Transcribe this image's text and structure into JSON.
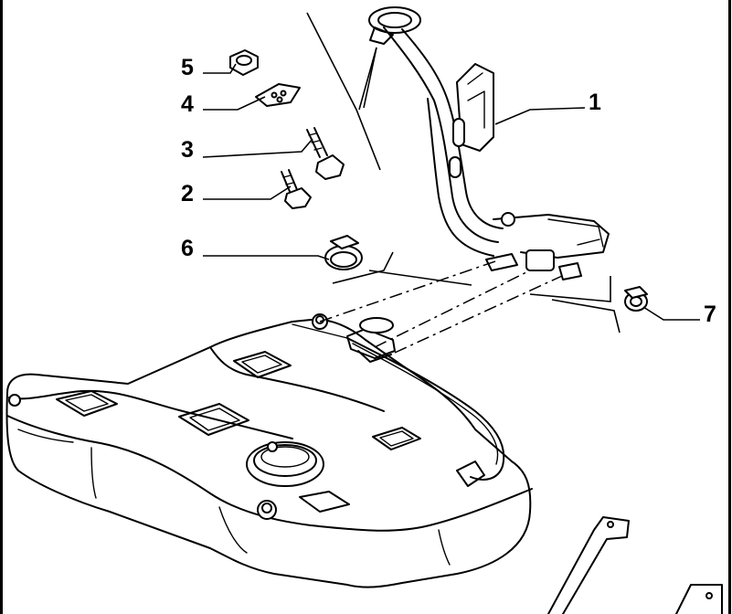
{
  "diagram": {
    "callouts": [
      {
        "id": "c1",
        "number": "1"
      },
      {
        "id": "c2",
        "number": "2"
      },
      {
        "id": "c3",
        "number": "3"
      },
      {
        "id": "c4",
        "number": "4"
      },
      {
        "id": "c5",
        "number": "5"
      },
      {
        "id": "c6",
        "number": "6"
      },
      {
        "id": "c7",
        "number": "7"
      }
    ]
  }
}
